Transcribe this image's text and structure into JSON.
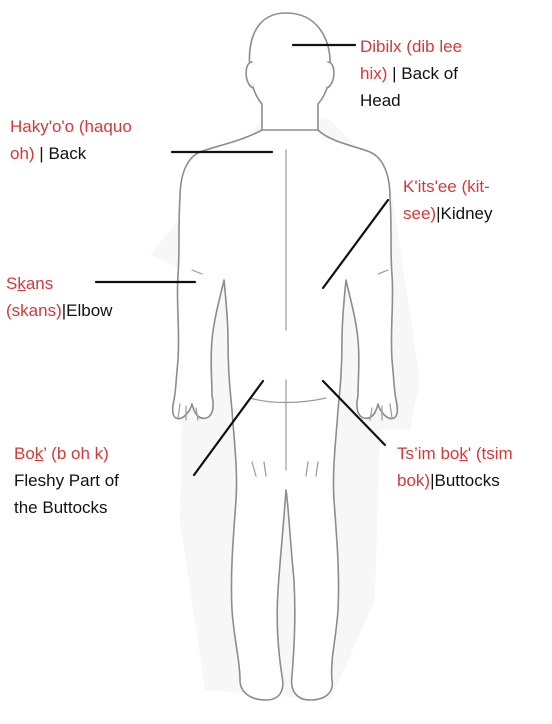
{
  "colors": {
    "native": "#d23a3a",
    "english": "#111111",
    "line": "#111111",
    "outline": "#8d8d8d"
  },
  "labels": {
    "back_of_head": {
      "native_line1": "Dibilx (dib lee",
      "native_line2": "hix)",
      "english_line2": " | Back of",
      "english_line3": "Head"
    },
    "back": {
      "native_line1": "Haky'o'o (haquo",
      "native_line2": "oh)",
      "english_line2": " | Back"
    },
    "kidney": {
      "native_line1": "K'its'ee (kit-",
      "native_line2": "see)",
      "english_line2": "|Kidney"
    },
    "elbow": {
      "native_line1_a": "S",
      "native_line1_u": "k",
      "native_line1_b": "ans",
      "native_line2": "(skans)",
      "english_line2": "|Elbow"
    },
    "fleshy_buttocks": {
      "native_line1_a": "Bo",
      "native_line1_u": "k",
      "native_line1_b": "’ (b oh k)",
      "english_line2": "Fleshy Part of",
      "english_line3": "the Buttocks"
    },
    "buttocks": {
      "native_line1_a": "Ts’im bo",
      "native_line1_u": "k",
      "native_line1_b": "' (tsim",
      "native_line2": "bok)",
      "english_line2": "|Buttocks"
    }
  }
}
